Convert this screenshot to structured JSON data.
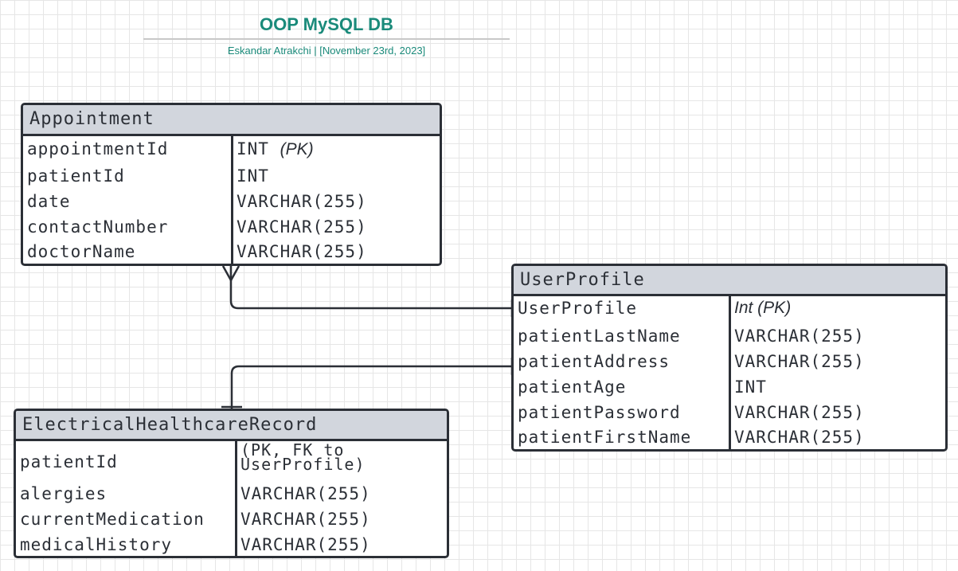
{
  "header": {
    "title": "OOP MySQL DB",
    "subtitle": "Eskandar Atrakchi  |  [November 23rd, 2023]"
  },
  "entities": {
    "appointment": {
      "name": "Appointment",
      "rows": [
        {
          "field": "appointmentId",
          "type": "INT",
          "note": "(PK)"
        },
        {
          "field": "patientId",
          "type": "INT"
        },
        {
          "field": "date",
          "type": "VARCHAR(255)"
        },
        {
          "field": "contactNumber",
          "type": "VARCHAR(255)"
        },
        {
          "field": "doctorName",
          "type": "VARCHAR(255)"
        }
      ]
    },
    "userProfile": {
      "name": "UserProfile",
      "rows": [
        {
          "field": "UserProfile",
          "type": "Int (PK)"
        },
        {
          "field": "patientLastName",
          "type": "VARCHAR(255)"
        },
        {
          "field": "patientAddress",
          "type": "VARCHAR(255)"
        },
        {
          "field": "patientAge",
          "type": "INT"
        },
        {
          "field": "patientPassword",
          "type": "VARCHAR(255)"
        },
        {
          "field": "patientFirstName",
          "type": "VARCHAR(255)"
        }
      ]
    },
    "ehr": {
      "name": "ElectricalHealthcareRecord",
      "rows": [
        {
          "field": "patientId",
          "type_line1": "(PK, FK to",
          "type_line2": "UserProfile)"
        },
        {
          "field": "alergies",
          "type": "VARCHAR(255)"
        },
        {
          "field": "currentMedication",
          "type": "VARCHAR(255)"
        },
        {
          "field": "medicalHistory",
          "type": "VARCHAR(255)"
        }
      ]
    }
  },
  "colors": {
    "accent": "#1a8a7a",
    "border": "#2b2f36",
    "header_fill": "#d2d6dd",
    "grid": "#e6e6e6"
  }
}
